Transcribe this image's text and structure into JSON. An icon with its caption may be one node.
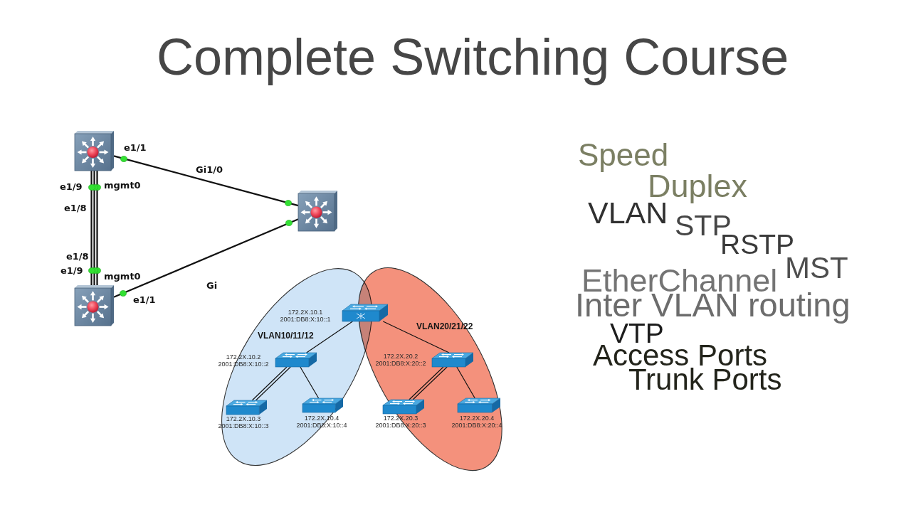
{
  "diagram": {
    "title": "Complete Switching Course",
    "nodes": [
      {
        "text": [],
        "shape": "picture"
      },
      {
        "text": [],
        "shape": "picture"
      },
      {
        "text": [],
        "shape": "picture"
      },
      {
        "text": [
          "VLAN10/11/12"
        ]
      },
      {
        "text": [
          "VLAN20/21/22"
        ]
      },
      {
        "text": [],
        "shape": "picture",
        "beside": [
          "172.2X.10.1",
          "2001:DB8:X:10::1"
        ]
      },
      {
        "text": [],
        "shape": "picture",
        "in": 3,
        "beside": [
          "172.2X.10.2",
          "2001:DB8:X:10::2"
        ]
      },
      {
        "text": [],
        "shape": "picture",
        "in": 4,
        "beside": [
          "172.2X.20.2",
          "2001:DB8:X:20::2"
        ]
      },
      {
        "text": [],
        "shape": "picture",
        "in": 3,
        "beside": [
          "172.2X.10.3",
          "2001:DB8:X:10::3"
        ]
      },
      {
        "text": [],
        "shape": "picture",
        "in": 3,
        "beside": [
          "172.2X.10.4",
          "2001:DB8:X:10::4"
        ]
      },
      {
        "text": [],
        "shape": "picture",
        "in": 4,
        "beside": [
          "172.2X.20.3",
          "2001:DB8:X:20::3"
        ]
      },
      {
        "text": [],
        "shape": "picture",
        "in": 4,
        "beside": [
          "172.2X.20.4",
          "2001:DB8:X:20::4"
        ]
      }
    ],
    "edges": [
      {
        "from": 0,
        "to": 1,
        "arrow": "none"
      },
      {
        "from": 0,
        "to": 2,
        "arrow": "none"
      },
      {
        "from": 0,
        "to": 2,
        "arrow": "none"
      },
      {
        "from": 0,
        "to": 2,
        "arrow": "none"
      },
      {
        "from": 2,
        "to": 1,
        "arrow": "none"
      },
      {
        "from": 5,
        "to": 6,
        "arrow": "none"
      },
      {
        "from": 5,
        "to": 7,
        "arrow": "none"
      },
      {
        "from": 6,
        "to": 8,
        "arrow": "none"
      },
      {
        "from": 6,
        "to": 8,
        "arrow": "none"
      },
      {
        "from": 6,
        "to": 9,
        "arrow": "none"
      },
      {
        "from": 7,
        "to": 10,
        "arrow": "none"
      },
      {
        "from": 7,
        "to": 10,
        "arrow": "none"
      },
      {
        "from": 7,
        "to": 11,
        "arrow": "none"
      }
    ],
    "labels": [
      "e1/1",
      "Gi1/0",
      "e1/9",
      "mgmt0",
      "e1/8",
      "e1/8",
      "e1/9",
      "mgmt0",
      "e1/1",
      "Gi",
      "Speed",
      "Duplex",
      "VLAN",
      "STP",
      "RSTP",
      "MST",
      "EtherChannel",
      "Inter VLAN routing",
      "VTP",
      "Access Ports",
      "Trunk Ports"
    ]
  }
}
